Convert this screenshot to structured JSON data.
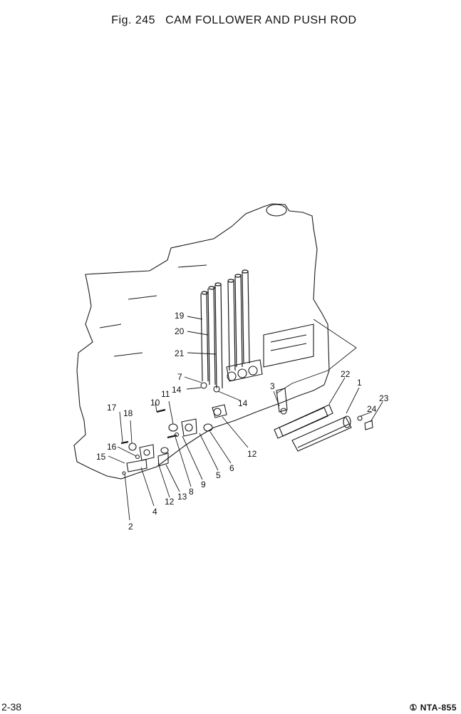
{
  "header": {
    "figure_number": "Fig. 245",
    "title": "CAM FOLLOWER AND PUSH ROD"
  },
  "callouts": [
    {
      "id": "c1",
      "text": "1"
    },
    {
      "id": "c2",
      "text": "2"
    },
    {
      "id": "c3",
      "text": "3"
    },
    {
      "id": "c4",
      "text": "4"
    },
    {
      "id": "c5",
      "text": "5"
    },
    {
      "id": "c6",
      "text": "6"
    },
    {
      "id": "c7",
      "text": "7"
    },
    {
      "id": "c8",
      "text": "8"
    },
    {
      "id": "c9",
      "text": "9"
    },
    {
      "id": "c10",
      "text": "10"
    },
    {
      "id": "c11",
      "text": "11"
    },
    {
      "id": "c12a",
      "text": "12"
    },
    {
      "id": "c12b",
      "text": "12"
    },
    {
      "id": "c13",
      "text": "13"
    },
    {
      "id": "c14a",
      "text": "14"
    },
    {
      "id": "c14b",
      "text": "14"
    },
    {
      "id": "c15",
      "text": "15"
    },
    {
      "id": "c16",
      "text": "16"
    },
    {
      "id": "c17",
      "text": "17"
    },
    {
      "id": "c18",
      "text": "18"
    },
    {
      "id": "c19",
      "text": "19"
    },
    {
      "id": "c20",
      "text": "20"
    },
    {
      "id": "c21",
      "text": "21"
    },
    {
      "id": "c22",
      "text": "22"
    },
    {
      "id": "c23",
      "text": "23"
    },
    {
      "id": "c24",
      "text": "24"
    }
  ],
  "footer": {
    "page_number": "2-38",
    "doc_code": "① NTA-855"
  }
}
